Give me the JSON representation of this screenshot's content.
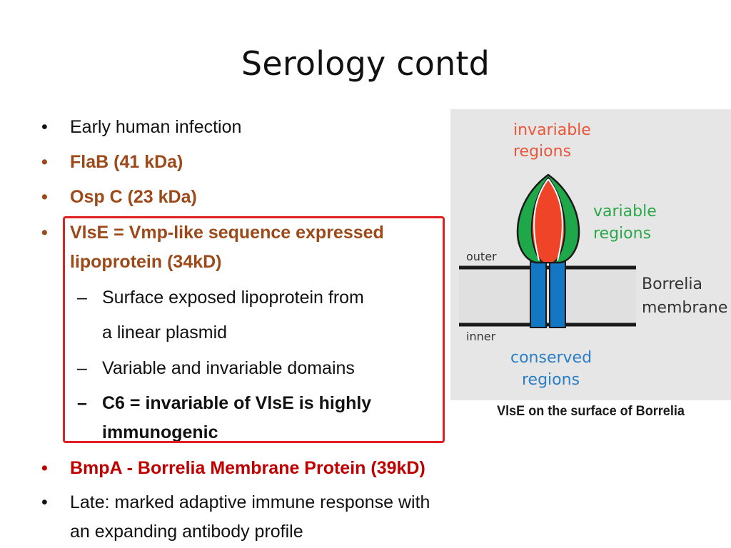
{
  "slide": {
    "title": "Serology contd"
  },
  "bullets": [
    {
      "marker": "•",
      "text": "Early human infection"
    },
    {
      "marker": "•",
      "text": "FlaB (41 kDa)"
    },
    {
      "marker": "•",
      "text": "Osp C (23 kDa)"
    },
    {
      "marker": "•",
      "line1": "VlsE = Vmp-like sequence expressed",
      "line2": "lipoprotein (34kD)"
    },
    {
      "marker": "–",
      "line1": "Surface exposed lipoprotein from",
      "line2": "a linear plasmid"
    },
    {
      "marker": "–",
      "text": "Variable and invariable domains"
    },
    {
      "marker": "–",
      "line1": "C6 = invariable of VlsE is highly",
      "line2": "immunogenic"
    },
    {
      "marker": "•",
      "text": "BmpA - Borrelia Membrane Protein (39kD)"
    },
    {
      "marker": "•",
      "line1": "Late: marked adaptive immune response with",
      "line2": "an expanding antibody profile"
    }
  ],
  "figure": {
    "invariable": [
      "invariable",
      "regions"
    ],
    "variable": [
      "variable",
      "regions"
    ],
    "outer": "outer",
    "inner": "inner",
    "membrane": [
      "Borrelia",
      "membrane"
    ],
    "conserved": [
      "conserved",
      "regions"
    ],
    "caption": "VlsE on the surface of Borrelia",
    "colors": {
      "background": "#e6e6e6",
      "invariable": "#f04428",
      "variable": "#1fa84a",
      "conserved": "#1477c4",
      "invariable_label": "#e8573a",
      "variable_label": "#2aa84a",
      "conserved_label": "#2a7ec6"
    }
  }
}
